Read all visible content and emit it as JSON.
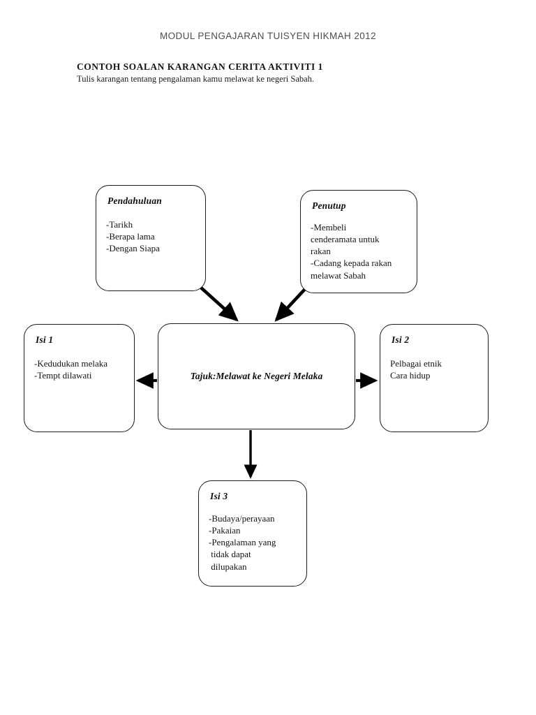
{
  "header": {
    "running_title": "MODUL PENGAJARAN TUISYEN HIKMAH 2012"
  },
  "prompt": {
    "title": "CONTOH SOALAN KARANGAN CERITA  AKTIVITI 1",
    "instruction": "Tulis karangan tentang pengalaman kamu melawat ke negeri Sabah."
  },
  "diagram": {
    "type": "mind-map",
    "center": {
      "label": "Tajuk:Melawat ke Negeri Melaka"
    },
    "nodes": [
      {
        "id": "pendahuluan",
        "title": "Pendahuluan",
        "lines": [
          "-Tarikh",
          "-Berapa lama",
          "-Dengan Siapa"
        ]
      },
      {
        "id": "penutup",
        "title": "Penutup",
        "lines": [
          "-Membeli",
          "cenderamata untuk",
          "rakan",
          "-Cadang kepada rakan",
          "melawat Sabah"
        ]
      },
      {
        "id": "isi1",
        "title": "Isi 1",
        "lines": [
          "-Kedudukan melaka",
          "-Tempt dilawati"
        ]
      },
      {
        "id": "isi2",
        "title": "Isi 2",
        "lines": [
          "Pelbagai etnik",
          "Cara hidup"
        ]
      },
      {
        "id": "isi3",
        "title": "Isi 3",
        "lines": [
          "-Budaya/perayaan",
          "-Pakaian",
          "-Pengalaman yang",
          " tidak dapat",
          " dilupakan"
        ]
      }
    ],
    "connectors": [
      {
        "from": "pendahuluan",
        "to": "center",
        "direction": "down-right"
      },
      {
        "from": "penutup",
        "to": "center",
        "direction": "down-left"
      },
      {
        "from": "center",
        "to": "isi1",
        "direction": "left"
      },
      {
        "from": "center",
        "to": "isi2",
        "direction": "right"
      },
      {
        "from": "center",
        "to": "isi3",
        "direction": "down"
      }
    ]
  },
  "colors": {
    "page_background": "#ffffff",
    "ink": "#000000",
    "header_text": "#4d4d4d",
    "box_border": "#1b1b1b"
  }
}
